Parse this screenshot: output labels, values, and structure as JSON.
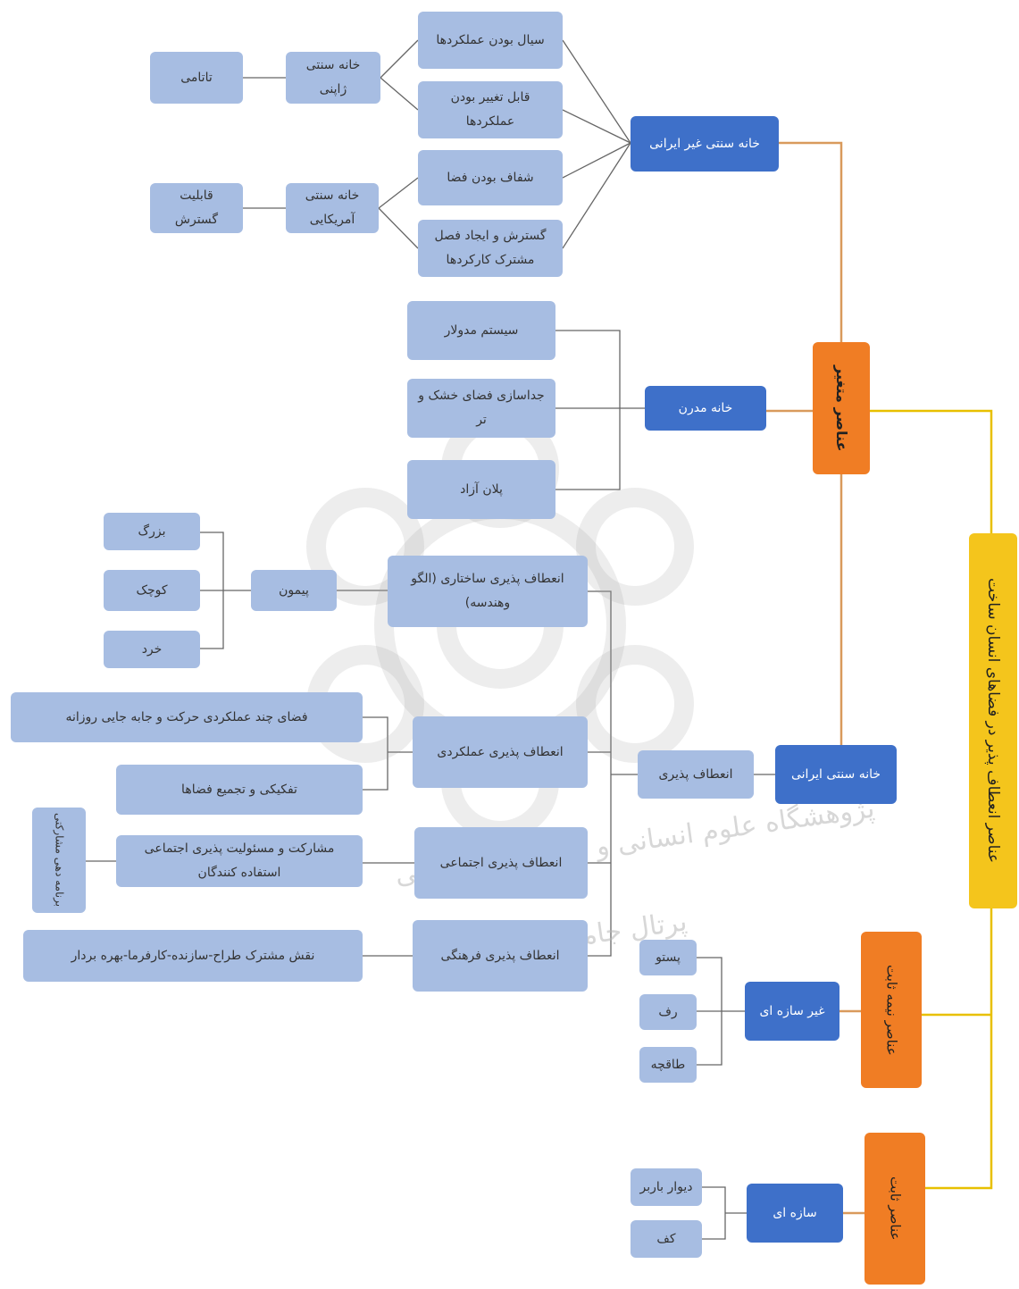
{
  "diagram": {
    "root": "عناصر انعطاف پذیر در فضاهای انسان ساخت",
    "variable": "عناصر متغیر",
    "semi_fixed": "عناصر نیمه ثابت",
    "fixed": "عناصر ثابت",
    "non_iranian": "خانه سنتی غیر ایرانی",
    "modern": "خانه مدرن",
    "iranian": "خانه سنتی ایرانی",
    "non_structural": "غیر سازه ای",
    "structural": "سازه ای",
    "japanese": "خانه سنتی ژاپنی",
    "american": "خانه سنتی آمریکایی",
    "fluid_functions": "سیال بودن عملکردها",
    "changeable_functions": "قابل تغییر بودن عملکردها",
    "transparent_space": "شفاف بودن فضا",
    "shared_functions": "گسترش و ایجاد فصل مشترک کارکردها",
    "tatami": "تاتامی",
    "expandability": "قابلیت گسترش",
    "modular": "سیستم مدولار",
    "wet_dry": "جداسازی فضای خشک و تر",
    "free_plan": "پلان آزاد",
    "flexibility": "انعطاف پذیری",
    "structural_flex": "انعطاف پذیری ساختاری (الگو وهندسه)",
    "functional_flex": "انعطاف پذیری عملکردی",
    "social_flex": "انعطاف پذیری اجتماعی",
    "cultural_flex": "انعطاف پذیری فرهنگی",
    "peymoon": "پیمون",
    "big": "بزرگ",
    "small": "کوچک",
    "tiny": "خرد",
    "multifunction": "فضای چند عملکردی حرکت و جابه جایی روزانه",
    "separation": "تفکیکی و تجمیع فضاها",
    "participation": "مشارکت و مسئولیت پذیری اجتماعی استفاده کنندگان",
    "social_side": "برنامه دهی مشارکتی",
    "shared_role": "نقش مشترک طراح-سازنده-کارفرما-بهره بردار",
    "bench": "پستو",
    "shelf": "رف",
    "niche": "طاقچه",
    "bearing_wall": "دیوار باربر",
    "floor": "کف"
  },
  "watermark": {
    "line1": "پژوهشگاه علوم انسانی و مطالعات فرهنگی",
    "line2": "پرتال جامع علوم انسانی"
  },
  "colors": {
    "yellow": "#f4c51c",
    "orange": "#f07d24",
    "dark_blue": "#3e70c9",
    "light_blue": "#a7bde2",
    "yellow_line": "#e8c000",
    "orange_line": "#d99a5c",
    "gray_line": "#666666"
  }
}
